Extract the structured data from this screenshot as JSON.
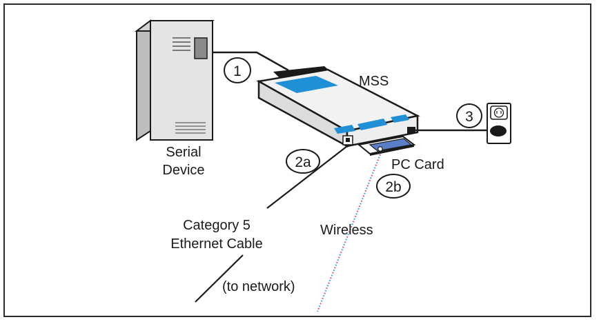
{
  "labels": {
    "serial_device_line1": "Serial",
    "serial_device_line2": "Device",
    "mss": "MSS",
    "pc_card": "PC Card",
    "cat5_line1": "Category 5",
    "cat5_line2": "Ethernet Cable",
    "wireless": "Wireless",
    "to_network": "(to network)"
  },
  "steps": {
    "step1": "1",
    "step2a": "2a",
    "step2b": "2b",
    "step3": "3"
  },
  "colors": {
    "panel_blue": "#1f8fd6",
    "card_blue": "#5a7fc8",
    "wireless_pink": "#e0608f",
    "wireless_cyan": "#4ab0e0",
    "stroke": "#1a1a1a",
    "device_gray": "#e4e4e4"
  },
  "icons": {
    "server": "server-tower-icon",
    "outlet": "power-outlet-icon"
  }
}
